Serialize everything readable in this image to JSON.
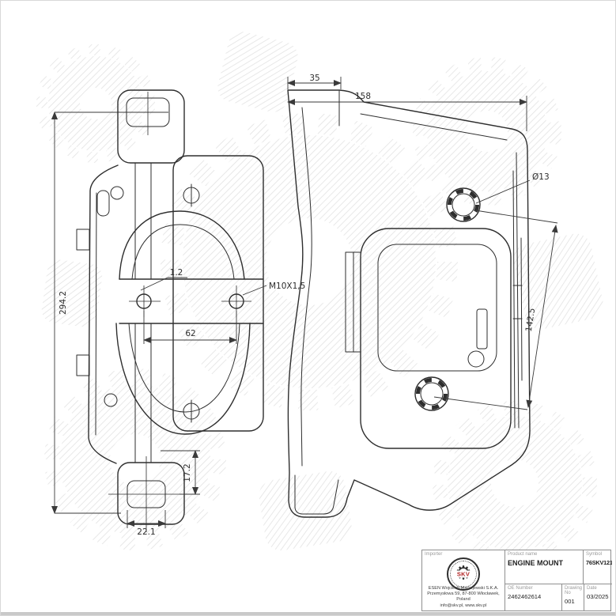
{
  "drawing": {
    "front_view": {
      "overall_height": "294.2",
      "flange_offset": "1.2",
      "thread_spec": "M10X1,5",
      "hole_spacing": "62",
      "slot_offset": "17.2",
      "slot_width": "22.1"
    },
    "side_view": {
      "top_width": "35",
      "overall_depth": "158",
      "hole_diameter": "Ø13",
      "hole_distance": "142.5"
    }
  },
  "title_block": {
    "importer_label": "Importer",
    "logo_text": "SKV",
    "company_line1": "ESEN Wojciech Maciejewski S.K.A.",
    "company_line2": "Przemysłowa 59, 87-800 Włocławek, Poland",
    "company_line3": "info@skv.pl, www.skv.pl",
    "product_name_label": "Product name",
    "product_name": "ENGINE MOUNT",
    "symbol_label": "Symbol",
    "symbol": "76SKV121",
    "oe_number_label": "OE Number",
    "oe_number": "2462462614",
    "drawing_no_label": "Drawing No",
    "drawing_no": "001",
    "date_label": "Date",
    "date": "03/2025"
  },
  "colors": {
    "line": "#2e2e2e",
    "dimension": "#3a3a3a",
    "watermark": "#e4e4e4",
    "logo_red": "#b22222"
  }
}
